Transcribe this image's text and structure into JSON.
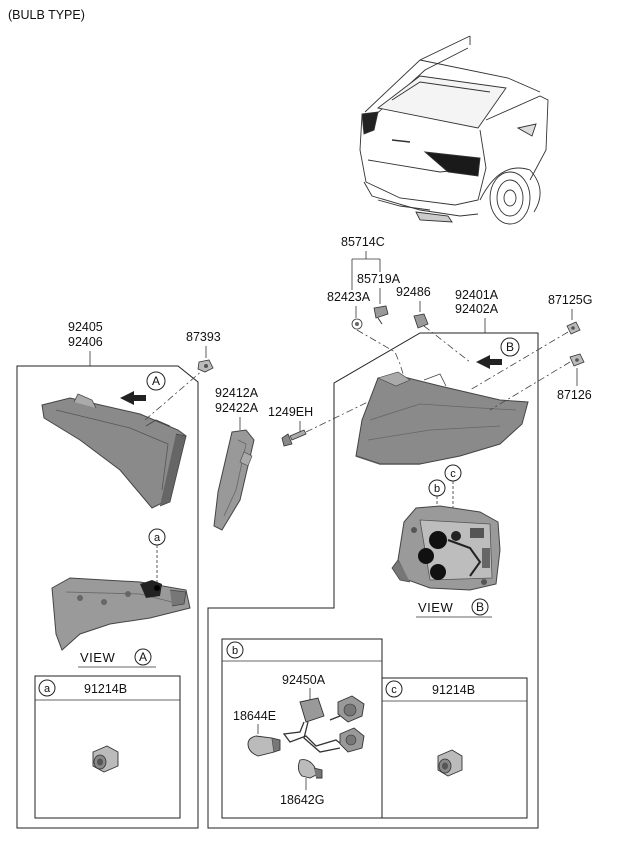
{
  "header": {
    "title": "(BULB TYPE)"
  },
  "labels": {
    "p85714C": "85714C",
    "p85719A": "85719A",
    "p82423A": "82423A",
    "p92486": "92486",
    "p92401A": "92401A",
    "p92402A": "92402A",
    "p87125G": "87125G",
    "p87126": "87126",
    "p92405": "92405",
    "p92406": "92406",
    "p87393": "87393",
    "p92412A": "92412A",
    "p92422A": "92422A",
    "p1249EH": "1249EH",
    "p92450A": "92450A",
    "p18644E": "18644E",
    "p18642G": "18642G",
    "box_a_part": "91214B",
    "box_c_part": "91214B"
  },
  "views": {
    "view_a_text": "VIEW",
    "view_b_text": "VIEW"
  },
  "callouts": {
    "A": "A",
    "B": "B",
    "a": "a",
    "b": "b",
    "c": "c"
  },
  "colors": {
    "lamp_fill": "#8a8a8a",
    "lamp_dark": "#555555",
    "line": "#222222"
  }
}
